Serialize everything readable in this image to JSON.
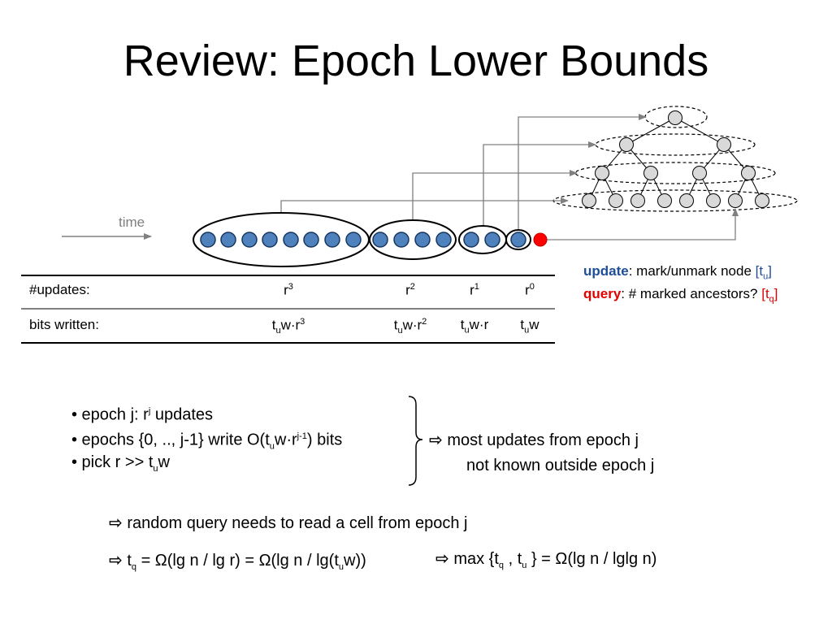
{
  "title": "Review: Epoch Lower Bounds",
  "time_label": "time",
  "legend": {
    "update_kw": "update",
    "update_rest": ": mark/unmark node ",
    "update_cost": "[t",
    "update_cost_sub": "u",
    "update_cost_end": "]",
    "query_kw": "query",
    "query_rest": ": # marked ancestors? ",
    "query_cost": "[t",
    "query_cost_sub": "q",
    "query_cost_end": "]"
  },
  "table": {
    "row1_label": "#updates:",
    "row2_label": "bits written:",
    "r_base": "r",
    "r3_exp": "3",
    "r2_exp": "2",
    "r1_exp": "1",
    "r0_exp": "0",
    "t": "t",
    "u": "u",
    "w_dot_r": "w·r",
    "w": "w"
  },
  "bullets": {
    "b1_a": "• epoch j:   r",
    "b1_sup": "j",
    "b1_b": " updates",
    "b2_a": "• epochs {0, .., j-1} write O(t",
    "b2_sub": "u",
    "b2_b": "w·r",
    "b2_sup": "j-1",
    "b2_c": ") bits",
    "b3_a": "• pick r >> t",
    "b3_sub": "u",
    "b3_b": "w"
  },
  "implications": {
    "arrow": "⇨",
    "i1_line1": " most updates from epoch j",
    "i1_line2": "not known outside epoch j",
    "i2": " random query needs to read a cell from epoch j",
    "i3_a": " t",
    "i3_sub": "q",
    "i3_b": " = Ω(lg n / lg r) = Ω(lg n / lg(t",
    "i3_sub2": "u",
    "i3_c": "w))",
    "i4_a": " max {t",
    "i4_sub": "q",
    "i4_b": " , t",
    "i4_sub2": "u",
    "i4_c": " } = Ω(lg n / lglg n)"
  },
  "colors": {
    "node_blue": "#4f81bd",
    "node_red": "#ff0000",
    "tree_node": "#d9d9d9",
    "arrow_gray": "#808080",
    "update_blue": "#1f4e99",
    "query_red": "#e00000"
  }
}
